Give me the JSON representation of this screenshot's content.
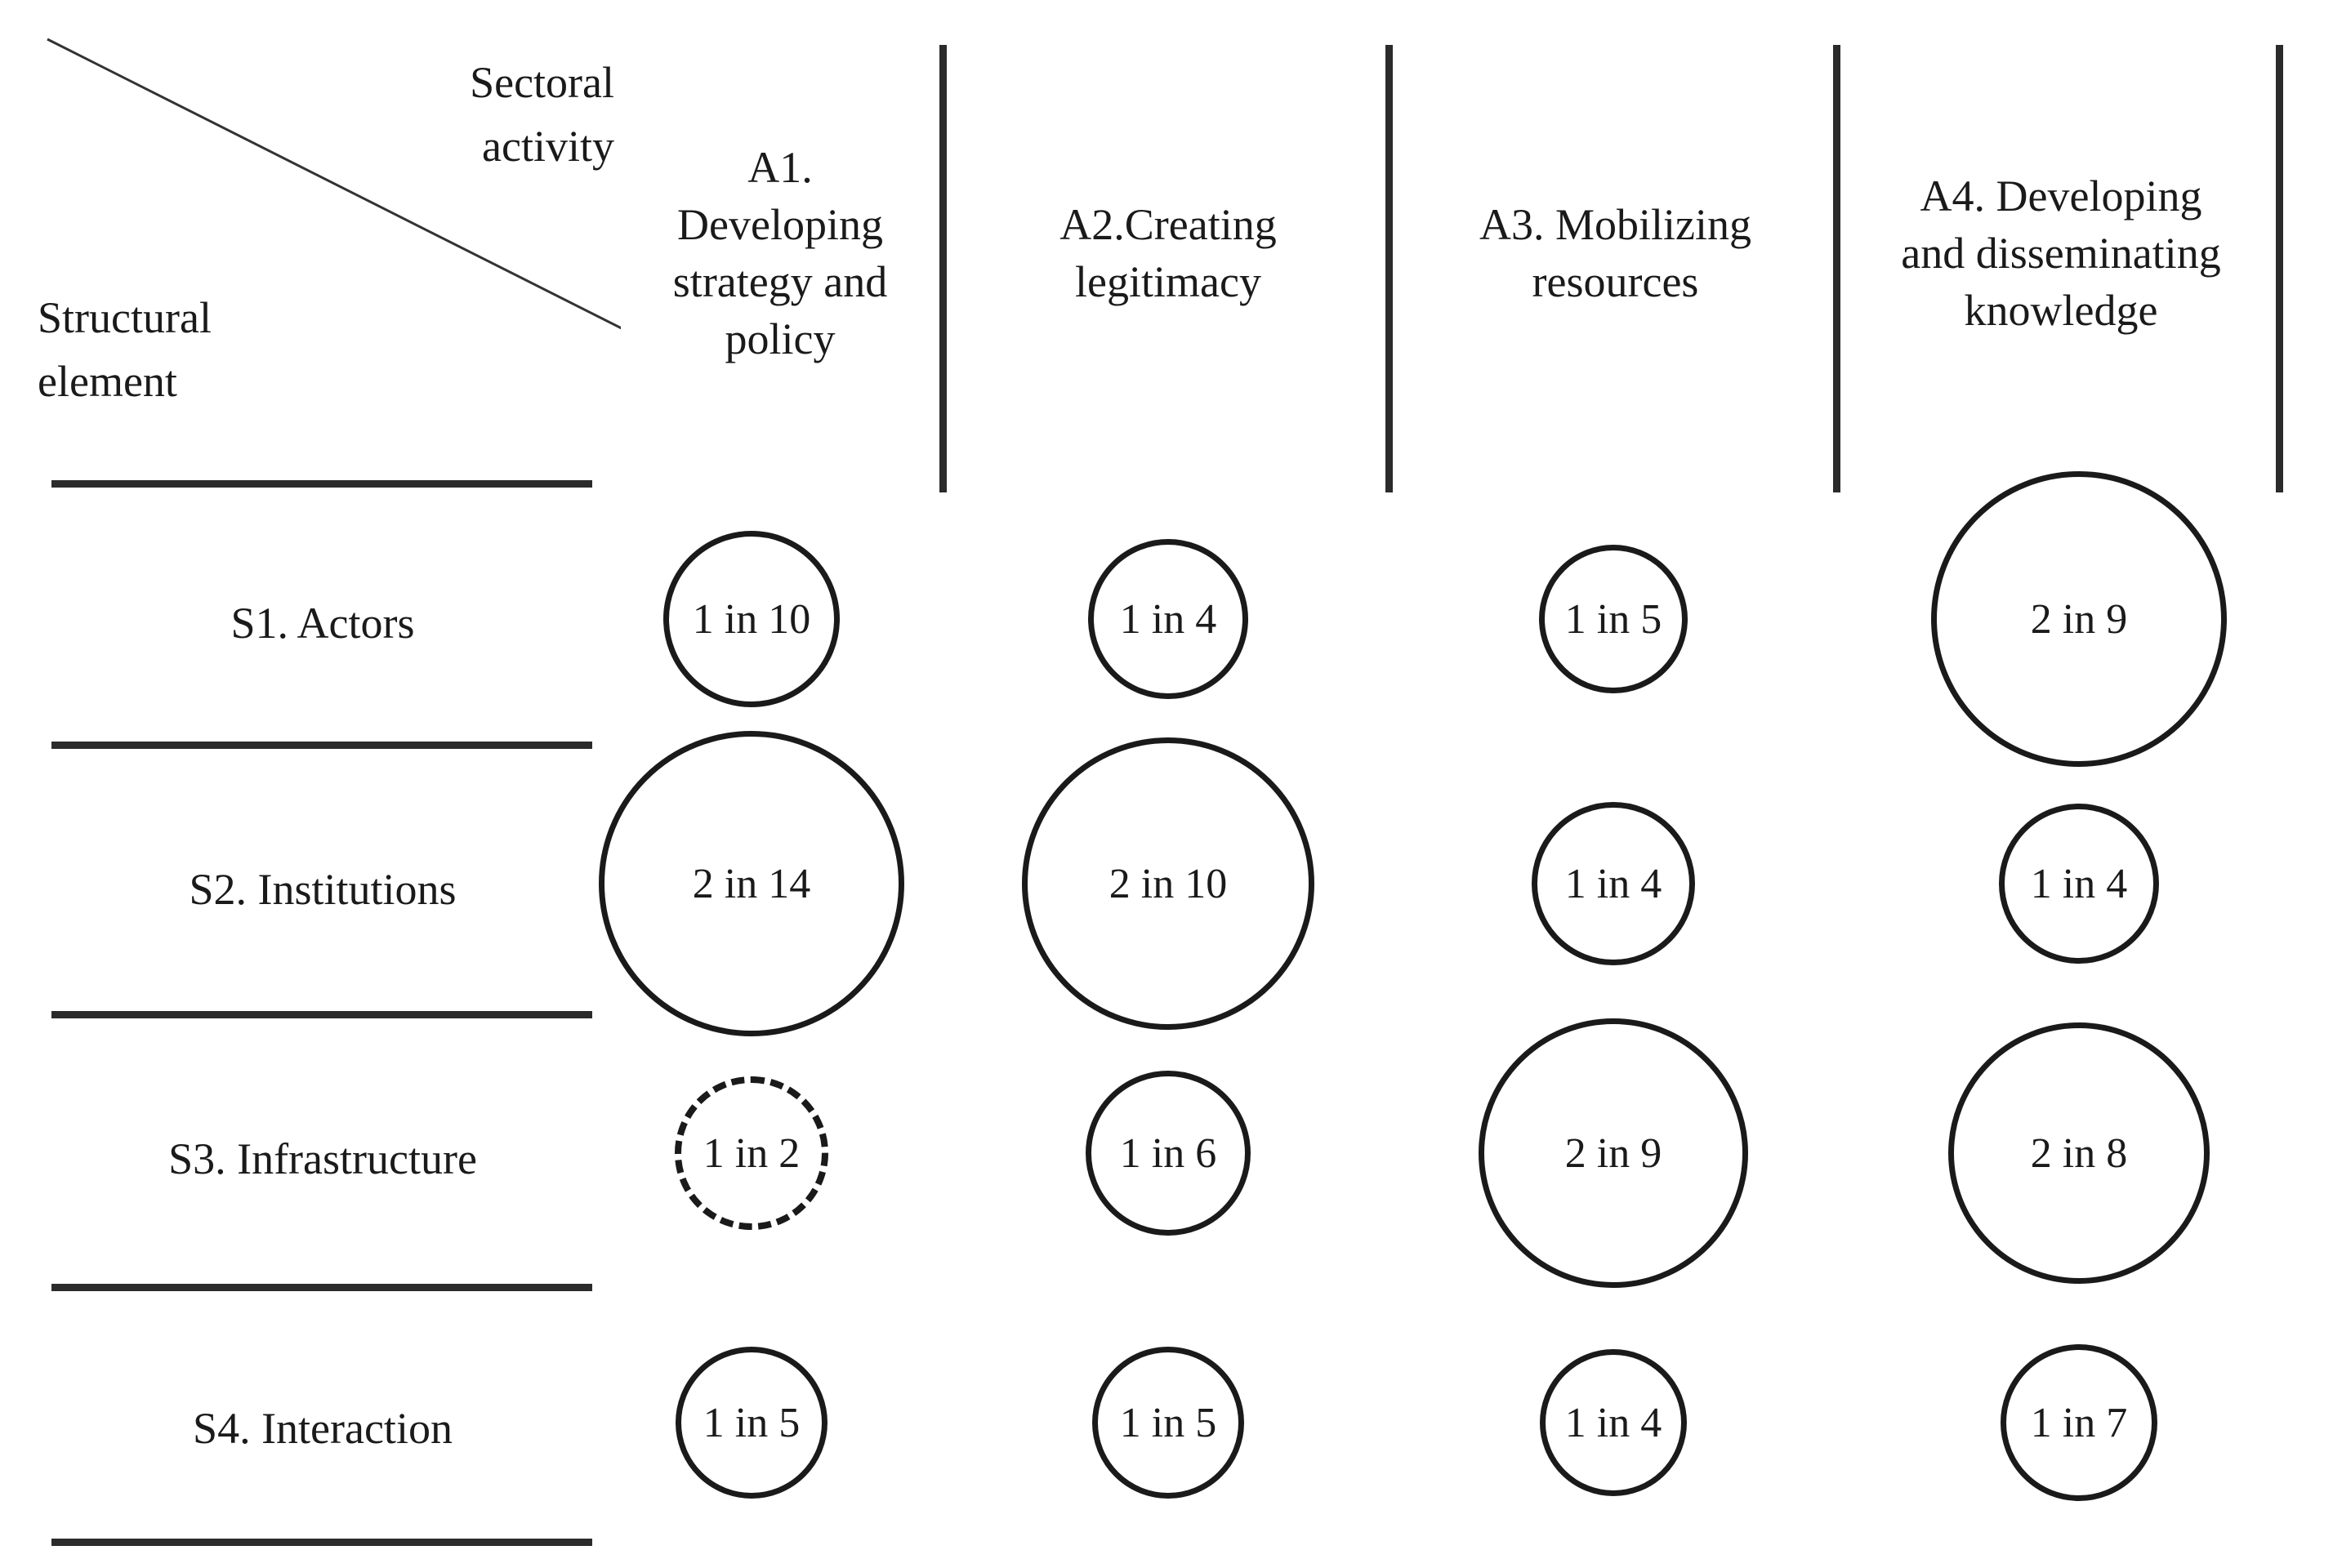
{
  "figure": {
    "corner": {
      "top_label_line1": "Sectoral",
      "top_label_line2": "activity",
      "bottom_label_line1": "Structural",
      "bottom_label_line2": "element"
    },
    "columns": [
      {
        "id": "A1",
        "label": "A1. Developing strategy and policy",
        "lines": [
          "A1.",
          "Developing",
          "strategy and",
          "policy"
        ]
      },
      {
        "id": "A2",
        "label": "A2.Creating legitimacy",
        "lines": [
          "A2.Creating",
          "legitimacy"
        ]
      },
      {
        "id": "A3",
        "label": "A3. Mobilizing resources",
        "lines": [
          "A3. Mobilizing",
          "resources"
        ]
      },
      {
        "id": "A4",
        "label": "A4. Developing and disseminating knowledge",
        "lines": [
          "A4. Developing",
          "and disseminating",
          "knowledge"
        ]
      }
    ],
    "rows": [
      {
        "id": "S1",
        "label": "S1. Actors"
      },
      {
        "id": "S2",
        "label": "S2. Institutions"
      },
      {
        "id": "S3",
        "label": "S3. Infrastructure"
      },
      {
        "id": "S4",
        "label": "S4. Interaction"
      }
    ]
  },
  "chart_data": {
    "type": "heatmap",
    "title": "",
    "xlabel": "Sectoral activity",
    "ylabel": "Structural element",
    "categories_x": [
      "A1. Developing strategy and policy",
      "A2.Creating legitimacy",
      "A3. Mobilizing resources",
      "A4. Developing and disseminating knowledge"
    ],
    "categories_y": [
      "S1. Actors",
      "S2. Institutions",
      "S3. Infrastructure",
      "S4. Interaction"
    ],
    "encoding": "bubble size proportional to count; label reads 'N in M'",
    "grid": false,
    "legend": "none",
    "cells": [
      {
        "row": "S1",
        "col": "A1",
        "label": "1 in 10",
        "numerator": 1,
        "denominator": 10,
        "diameter": 216,
        "style": "solid"
      },
      {
        "row": "S1",
        "col": "A2",
        "label": "1 in 4",
        "numerator": 1,
        "denominator": 4,
        "diameter": 196,
        "style": "solid"
      },
      {
        "row": "S1",
        "col": "A3",
        "label": "1 in 5",
        "numerator": 1,
        "denominator": 5,
        "diameter": 182,
        "style": "solid"
      },
      {
        "row": "S1",
        "col": "A4",
        "label": "2 in 9",
        "numerator": 2,
        "denominator": 9,
        "diameter": 362,
        "style": "solid"
      },
      {
        "row": "S2",
        "col": "A1",
        "label": "2 in 14",
        "numerator": 2,
        "denominator": 14,
        "diameter": 374,
        "style": "solid"
      },
      {
        "row": "S2",
        "col": "A2",
        "label": "2 in 10",
        "numerator": 2,
        "denominator": 10,
        "diameter": 358,
        "style": "solid"
      },
      {
        "row": "S2",
        "col": "A3",
        "label": "1 in 4",
        "numerator": 1,
        "denominator": 4,
        "diameter": 200,
        "style": "solid"
      },
      {
        "row": "S2",
        "col": "A4",
        "label": "1 in 4",
        "numerator": 1,
        "denominator": 4,
        "diameter": 196,
        "style": "solid"
      },
      {
        "row": "S3",
        "col": "A1",
        "label": "1 in 2",
        "numerator": 1,
        "denominator": 2,
        "diameter": 188,
        "style": "dashed"
      },
      {
        "row": "S3",
        "col": "A2",
        "label": "1 in 6",
        "numerator": 1,
        "denominator": 6,
        "diameter": 202,
        "style": "solid"
      },
      {
        "row": "S3",
        "col": "A3",
        "label": "2 in 9",
        "numerator": 2,
        "denominator": 9,
        "diameter": 330,
        "style": "solid"
      },
      {
        "row": "S3",
        "col": "A4",
        "label": "2 in 8",
        "numerator": 2,
        "denominator": 8,
        "diameter": 320,
        "style": "solid"
      },
      {
        "row": "S4",
        "col": "A1",
        "label": "1 in 5",
        "numerator": 1,
        "denominator": 5,
        "diameter": 186,
        "style": "solid"
      },
      {
        "row": "S4",
        "col": "A2",
        "label": "1 in 5",
        "numerator": 1,
        "denominator": 5,
        "diameter": 186,
        "style": "solid"
      },
      {
        "row": "S4",
        "col": "A3",
        "label": "1 in 4",
        "numerator": 1,
        "denominator": 4,
        "diameter": 180,
        "style": "solid"
      },
      {
        "row": "S4",
        "col": "A4",
        "label": "1 in 7",
        "numerator": 1,
        "denominator": 7,
        "diameter": 192,
        "style": "solid"
      }
    ]
  },
  "layout": {
    "col_centers": {
      "A1": 920,
      "A2": 1430,
      "A3": 1975,
      "A4": 2545
    },
    "row_centers": {
      "S1": 758,
      "S2": 1082,
      "S3": 1412,
      "S4": 1742
    },
    "vrule_x": [
      1154,
      1700,
      2248,
      2790
    ],
    "hrule_y": [
      588,
      908,
      1238,
      1572,
      1884
    ]
  },
  "colors": {
    "ink": "#1a1a1a",
    "rule": "#2b2b2b",
    "background": "#ffffff"
  }
}
